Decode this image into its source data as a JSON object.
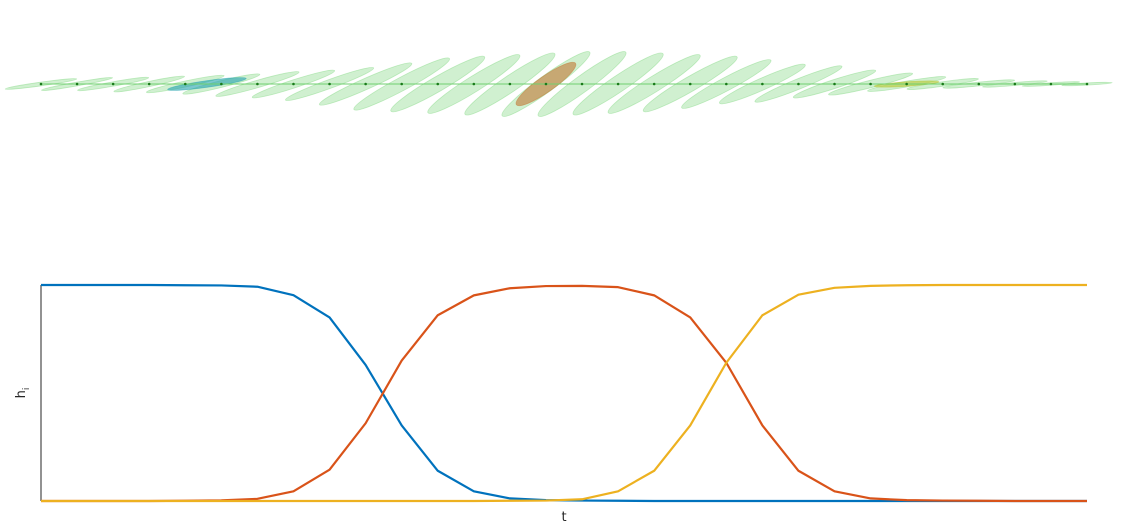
{
  "chart_data": [
    {
      "type": "ellipse-trajectory",
      "description_free": true,
      "x": [
        1,
        2,
        3,
        4,
        5,
        6,
        7,
        8,
        9,
        10,
        11,
        12,
        13,
        14,
        15,
        16,
        17,
        18,
        19,
        20,
        21,
        22,
        23,
        24,
        25,
        26,
        27,
        28,
        29,
        30
      ],
      "width": [
        2.0,
        2.0,
        2.0,
        2.0,
        2.2,
        2.2,
        2.4,
        2.4,
        2.6,
        2.8,
        3.0,
        3.0,
        3.0,
        3.0,
        3.0,
        3.0,
        3.0,
        3.0,
        3.0,
        2.8,
        2.6,
        2.6,
        2.4,
        2.4,
        2.2,
        2.0,
        2.0,
        1.8,
        1.6,
        1.4
      ],
      "height": [
        0.25,
        0.25,
        0.3,
        0.35,
        0.4,
        0.45,
        0.5,
        0.55,
        0.6,
        0.75,
        0.9,
        1.0,
        1.05,
        1.1,
        1.1,
        1.1,
        1.1,
        1.05,
        1.0,
        0.9,
        0.8,
        0.7,
        0.6,
        0.5,
        0.4,
        0.3,
        0.25,
        0.2,
        0.17,
        0.15
      ],
      "angle": [
        -8,
        -10,
        -10,
        -12,
        -12,
        -14,
        -16,
        -18,
        -20,
        -24,
        -28,
        -30,
        -32,
        -34,
        -36,
        -36,
        -34,
        -32,
        -30,
        -28,
        -24,
        -22,
        -18,
        -14,
        -10,
        -8,
        -6,
        -5,
        -4,
        -3
      ],
      "highlighted": [
        {
          "x": 5.6,
          "width": 2.2,
          "height": 0.45,
          "angle": -8,
          "color": "#2aa5b0"
        },
        {
          "x": 15.0,
          "width": 2.0,
          "height": 1.08,
          "angle": -35,
          "color": "#c27c3a"
        },
        {
          "x": 25.0,
          "width": 1.8,
          "height": 0.3,
          "angle": -4,
          "color": "#b8c93a"
        }
      ],
      "base_color": "#8fdc8f",
      "point_color": "#1a7a1a",
      "xlim": [
        1,
        30
      ],
      "ylim": [
        -3,
        3
      ],
      "axes_visible": false
    },
    {
      "type": "line",
      "xlabel": "t",
      "ylabel": "h",
      "ylabel_subscript": "i",
      "x": [
        1,
        2,
        3,
        4,
        5,
        6,
        7,
        8,
        9,
        10,
        11,
        12,
        13,
        14,
        15,
        16,
        17,
        18,
        19,
        20,
        21,
        22,
        23,
        24,
        25,
        26,
        27,
        28,
        29,
        30
      ],
      "xlim": [
        1,
        30
      ],
      "ylim": [
        0,
        1
      ],
      "grid": false,
      "series": [
        {
          "color": "#0072bd",
          "values": [
            1.0,
            1.0,
            1.0,
            1.0,
            0.999,
            0.998,
            0.992,
            0.953,
            0.85,
            0.63,
            0.35,
            0.14,
            0.045,
            0.012,
            0.004,
            0.002,
            0.001,
            0.0,
            0.0,
            0.0,
            0.0,
            0.0,
            0.0,
            0.0,
            0.0,
            0.0,
            0.0,
            0.0,
            0.0,
            0.0
          ]
        },
        {
          "color": "#d95319",
          "values": [
            0.0,
            0.0,
            0.0,
            0.0,
            0.001,
            0.003,
            0.01,
            0.045,
            0.145,
            0.36,
            0.65,
            0.86,
            0.952,
            0.985,
            0.995,
            0.996,
            0.99,
            0.952,
            0.85,
            0.64,
            0.35,
            0.14,
            0.045,
            0.012,
            0.004,
            0.002,
            0.001,
            0.0,
            0.0,
            0.0
          ]
        },
        {
          "color": "#edb120",
          "values": [
            0.0,
            0.0,
            0.0,
            0.0,
            0.0,
            0.0,
            0.0,
            0.0,
            0.0,
            0.0,
            0.0,
            0.0,
            0.0,
            0.001,
            0.002,
            0.008,
            0.045,
            0.14,
            0.35,
            0.64,
            0.86,
            0.955,
            0.987,
            0.996,
            0.999,
            1.0,
            1.0,
            1.0,
            1.0,
            1.0
          ]
        }
      ]
    }
  ]
}
